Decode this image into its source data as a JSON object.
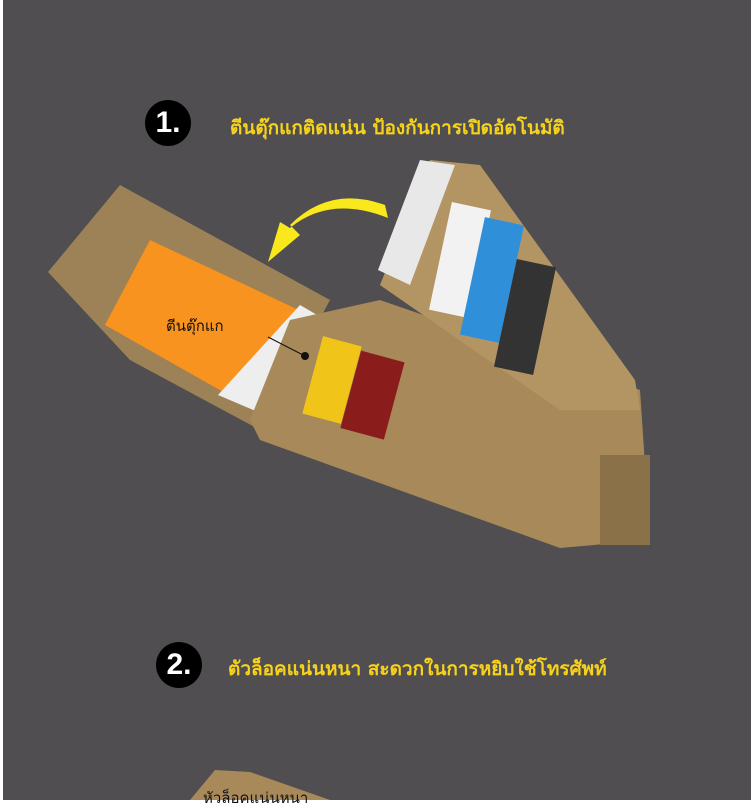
{
  "section1": {
    "number": "1.",
    "heading": "ตีนตุ๊กแกติดแน่น ป้องกันการเปิดอัตโนมัติ",
    "callout": "ตีนตุ๊กแก"
  },
  "section2": {
    "number": "2.",
    "heading": "ตัวล็อคแน่นหนา สะดวกในการหยิบใช้โทรศัพท์",
    "callout": "หัวล็อคแน่นหนา"
  },
  "colors": {
    "background": "#504e50",
    "heading": "#f7d21b",
    "pouch": "#a88a5a",
    "lining": "#f7931e"
  }
}
